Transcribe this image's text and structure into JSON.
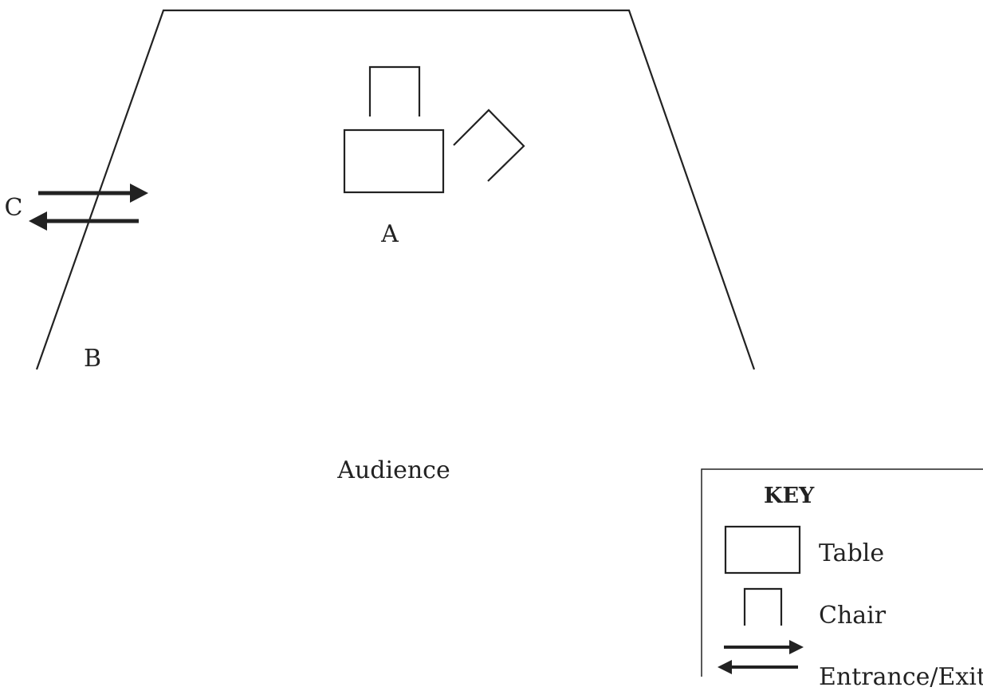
{
  "diagram": {
    "labels": {
      "a": "A",
      "b": "B",
      "c": "C",
      "audience": "Audience"
    },
    "key": {
      "title": "KEY",
      "items": [
        {
          "icon": "table-icon",
          "label": "Table"
        },
        {
          "icon": "chair-icon",
          "label": "Chair"
        },
        {
          "icon": "entrance-exit-arrows-icon",
          "label": "Entrance/Exit"
        }
      ]
    },
    "colors": {
      "line": "#222222",
      "background": "#ffffff"
    }
  }
}
